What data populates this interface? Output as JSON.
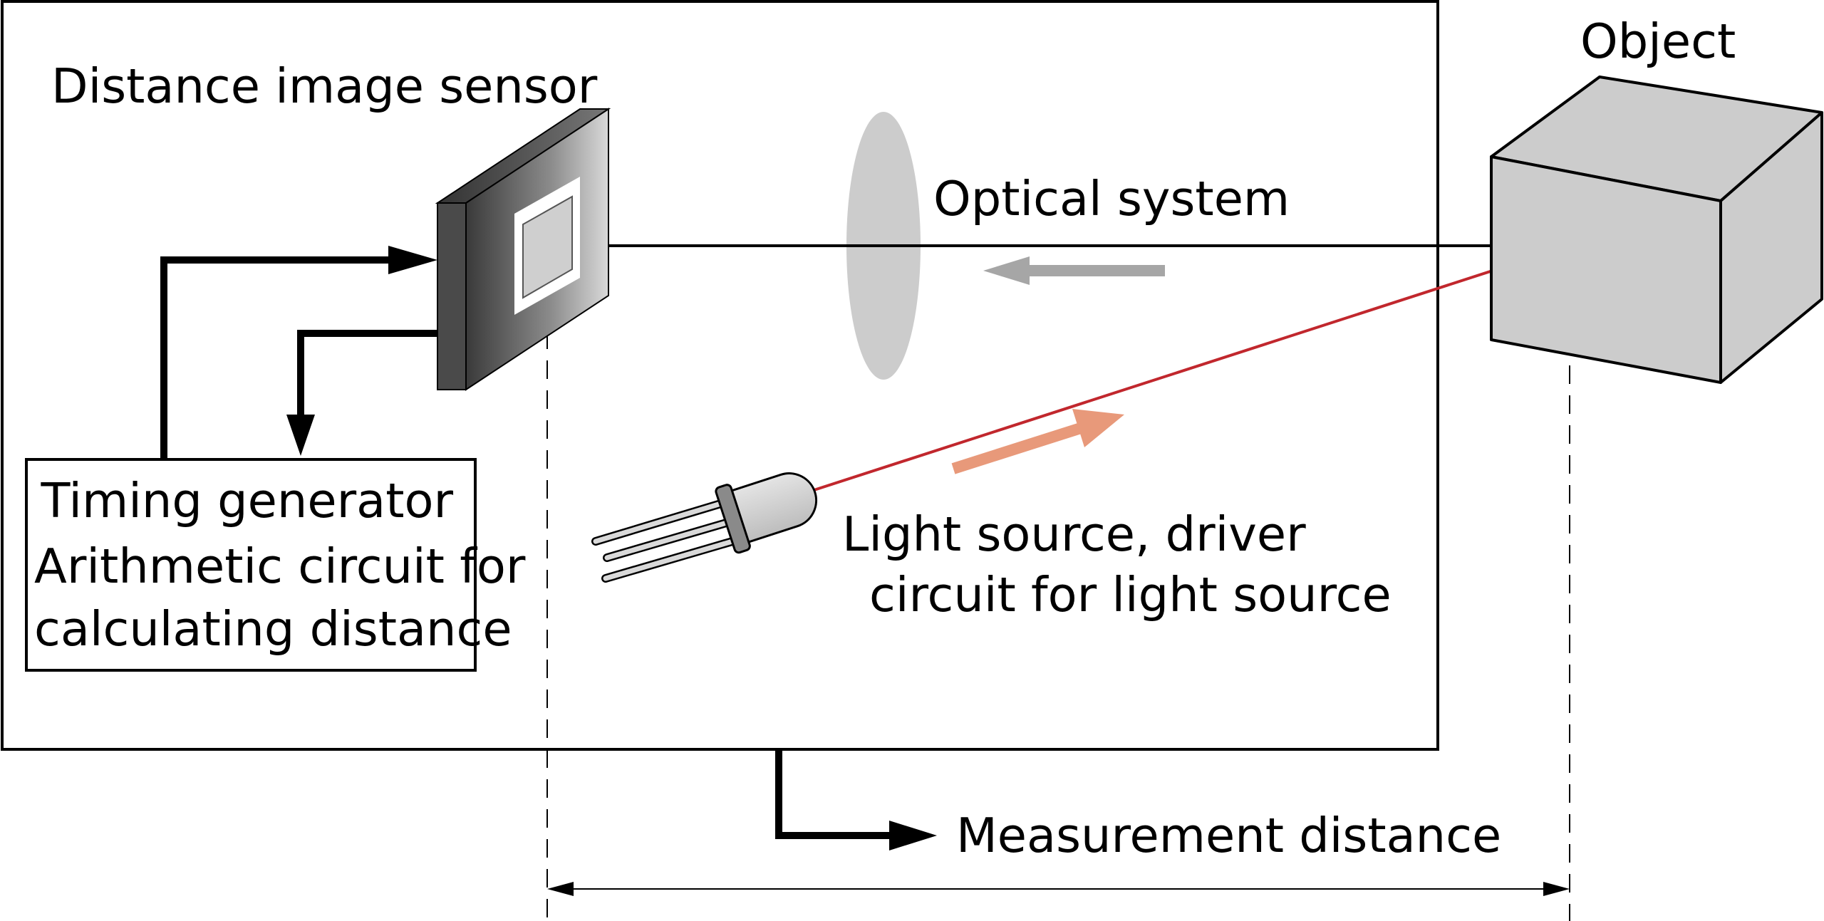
{
  "labels": {
    "object": "Object",
    "sensor": "Distance image sensor",
    "optical": "Optical system",
    "timing_line1": "Timing generator",
    "timing_line2": "Arithmetic circuit for",
    "timing_line3": "calculating distance",
    "light_line1": "Light source, driver",
    "light_line2": "circuit for light source",
    "measurement": "Measurement distance"
  },
  "colors": {
    "line": "#000000",
    "laser": "#c1272d",
    "emitted_arrow": "#e8997a",
    "return_arrow": "#a6a6a6",
    "lens": "#cccccc",
    "cube_face": "#cccccc"
  }
}
